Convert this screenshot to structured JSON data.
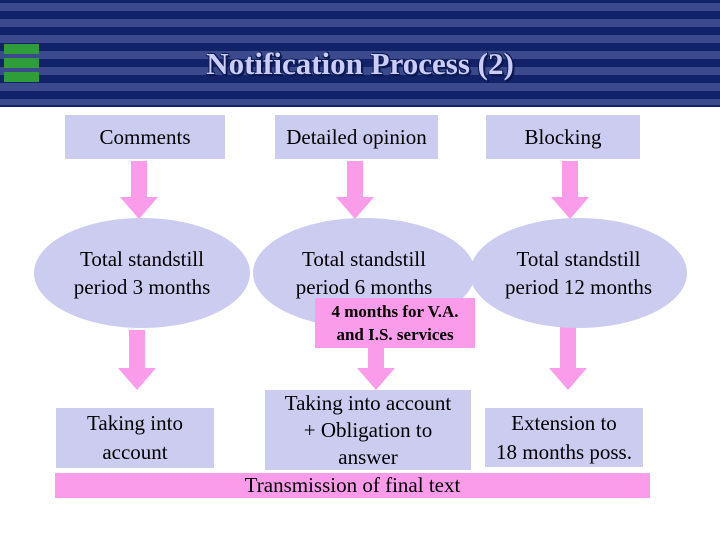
{
  "slide_title": "Notification Process (2)",
  "columns": [
    {
      "header": "Comments",
      "standstill": {
        "line1": "Total standstill",
        "line2": "period 3 months"
      },
      "outcome": {
        "line1": "Taking into",
        "line2": "account"
      }
    },
    {
      "header": "Detailed opinion",
      "standstill": {
        "line1": "Total standstill",
        "line2": "period 6 months"
      },
      "outcome": {
        "line1": "Taking into account",
        "line2": "+ Obligation to",
        "line3": "answer"
      }
    },
    {
      "header": "Blocking",
      "standstill": {
        "line1": "Total standstill",
        "line2": "period 12 months"
      },
      "outcome": {
        "line1": "Extension to",
        "line2": "18 months poss."
      }
    }
  ],
  "note": {
    "line1": "4 months for V.A.",
    "line2": "and I.S. services"
  },
  "footer": "Transmission of final text",
  "colors": {
    "header_stripe_dark": "#13236a",
    "header_stripe_light": "#3b4a8c",
    "title_text": "#cbcdf7",
    "box_fill_lavender": "#cbccf0",
    "arrow_and_bar_pink": "#fa9ce9",
    "accent_green": "#2f9e3a",
    "body_text": "#000000",
    "background": "#ffffff"
  }
}
